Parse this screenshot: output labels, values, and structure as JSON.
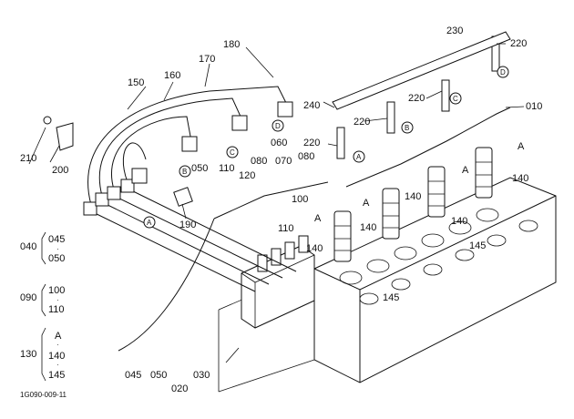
{
  "diagram": {
    "image_code": "1G090-009-11",
    "parts": [
      "010",
      "020",
      "030",
      "045",
      "050",
      "060",
      "070",
      "080",
      "100",
      "110",
      "120",
      "140",
      "145",
      "150",
      "160",
      "170",
      "180",
      "190",
      "200",
      "210",
      "220",
      "230",
      "240"
    ],
    "callouts": [
      "A",
      "B",
      "C",
      "D"
    ],
    "legend_groups": [
      {
        "ref": "040",
        "items": [
          "045",
          "050"
        ]
      },
      {
        "ref": "090",
        "items": [
          "100",
          "110"
        ]
      },
      {
        "ref": "130",
        "items": [
          "A",
          "140",
          "145"
        ]
      }
    ]
  }
}
